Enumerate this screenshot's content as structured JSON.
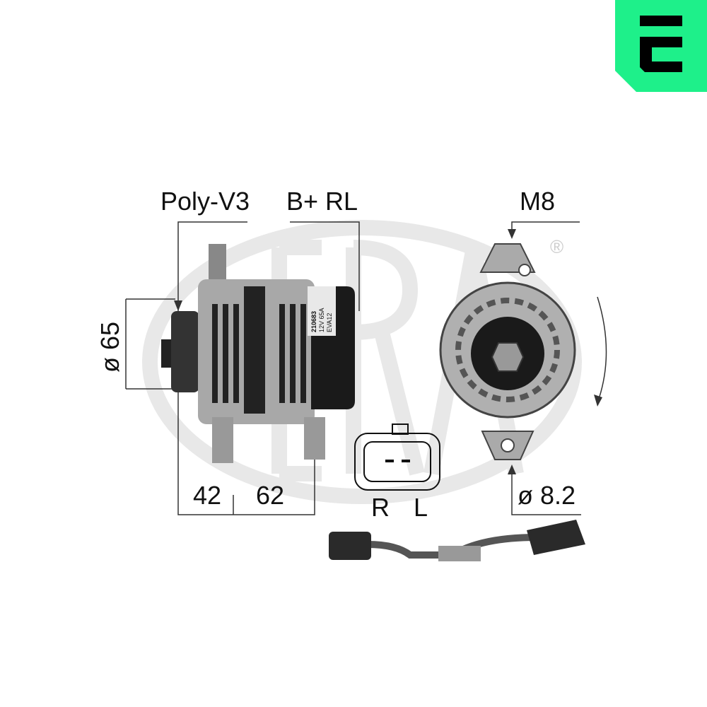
{
  "brand": {
    "logo_letter": "E",
    "color": "#1ef08a",
    "watermark_text": "ERA",
    "registered_mark": "®"
  },
  "labels": {
    "belt": "Poly-V3",
    "terminals": "B+  RL",
    "thread": "M8",
    "pulley_diameter": "ø 65",
    "dim_a": "42",
    "dim_b": "62",
    "hole_diameter": "ø 8.2",
    "plug_r": "R",
    "plug_l": "L"
  },
  "product_label": {
    "part_number": "210683",
    "rating": "12V 65A",
    "code": "EVA12"
  }
}
